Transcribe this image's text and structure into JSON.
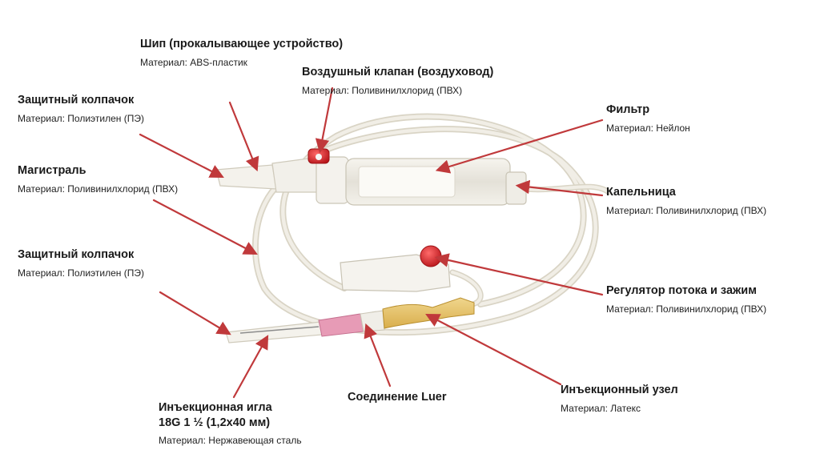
{
  "labels": {
    "spike": {
      "title": "Шип (прокалывающее устройство)",
      "material": "Материал: ABS-пластик"
    },
    "air_valve": {
      "title": "Воздушный клапан (воздуховод)",
      "material": "Материал: Поливинилхлорид (ПВХ)"
    },
    "cap_top": {
      "title": "Защитный колпачок",
      "material": "Материал: Полиэтилен (ПЭ)"
    },
    "filter": {
      "title": "Фильтр",
      "material": "Материал: Нейлон"
    },
    "line": {
      "title": "Магистраль",
      "material": "Материал: Поливинилхлорид (ПВХ)"
    },
    "drip": {
      "title": "Капельница",
      "material": "Материал: Поливинилхлорид (ПВХ)"
    },
    "cap_bottom": {
      "title": "Защитный колпачок",
      "material": "Материал: Полиэтилен (ПЭ)"
    },
    "regulator": {
      "title": "Регулятор потока и зажим",
      "material": "Материал: Поливинилхлорид (ПВХ)"
    },
    "injection_site": {
      "title": "Инъекционный узел",
      "material": "Материал: Латекс"
    },
    "luer": {
      "title": "Соединение Luer"
    },
    "needle": {
      "title": "Инъекционная игла",
      "size": "18G 1 ½ (1,2x40 мм)",
      "material": "Материал: Нержавеющая сталь"
    }
  },
  "colors": {
    "arrow": "#c0393b",
    "tube": "#ece8dc",
    "valve_red": "#d8262b",
    "luer_pink": "#e79bb6",
    "latex_yellow": "#e6c36a"
  }
}
